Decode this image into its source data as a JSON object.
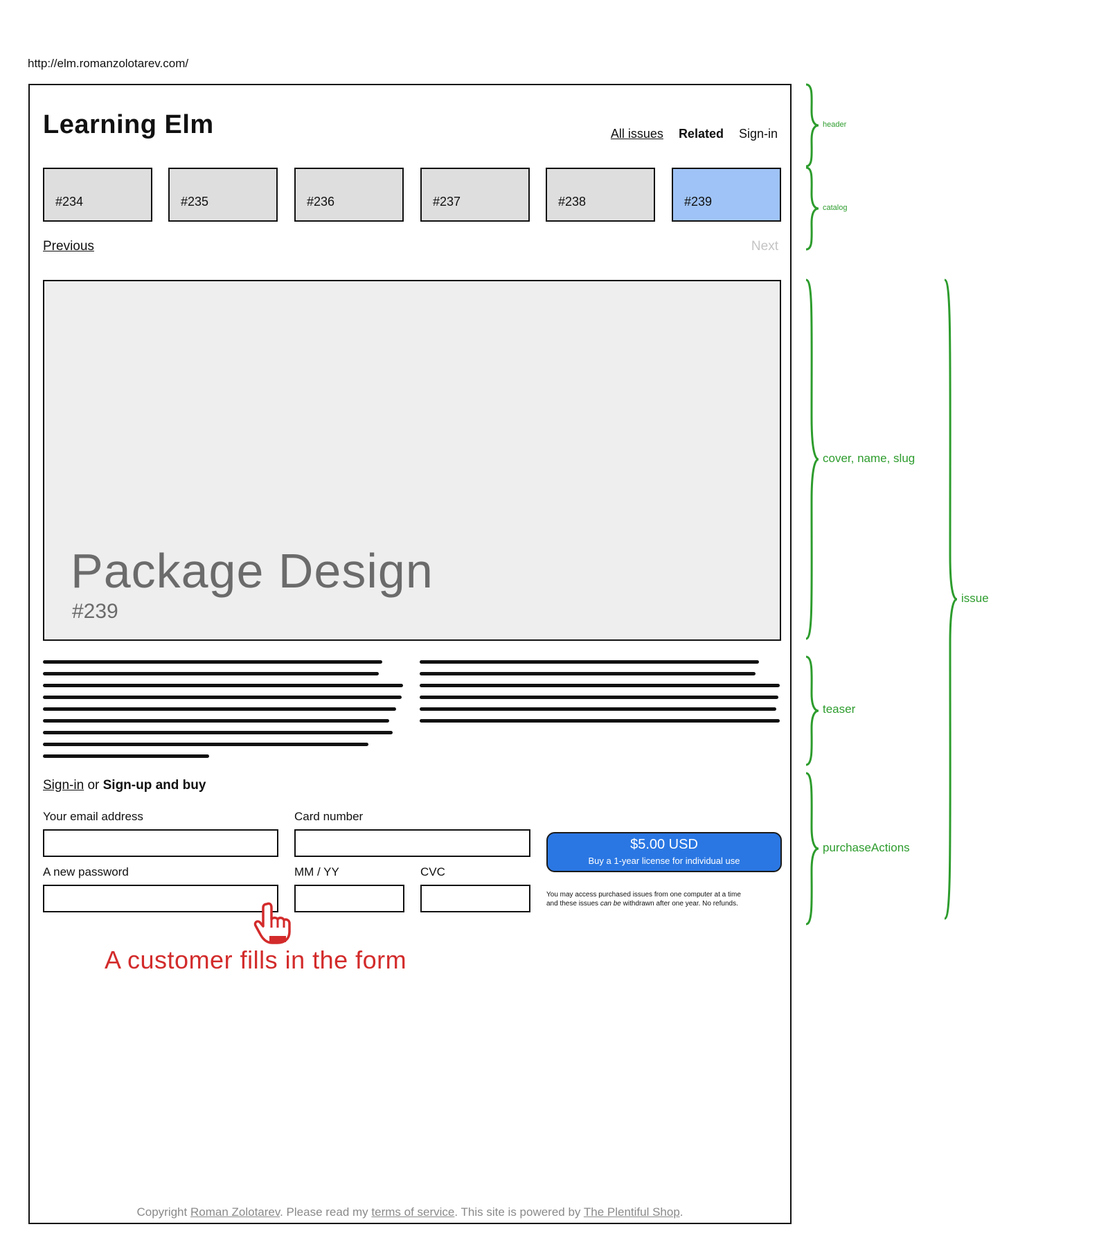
{
  "browser": {
    "url": "http://elm.romanzolotarev.com/"
  },
  "header": {
    "logo": "Learning Elm",
    "nav": {
      "all_issues": "All issues",
      "related": "Related",
      "signin": "Sign-in"
    }
  },
  "catalog": {
    "issues": [
      {
        "label": "#234",
        "active": false
      },
      {
        "label": "#235",
        "active": false
      },
      {
        "label": "#236",
        "active": false
      },
      {
        "label": "#237",
        "active": false
      },
      {
        "label": "#238",
        "active": false
      },
      {
        "label": "#239",
        "active": true
      }
    ],
    "previous": "Previous",
    "next": "Next"
  },
  "cover": {
    "name": "Package Design",
    "slug": "#239"
  },
  "purchase": {
    "signin": "Sign-in",
    "or": "or",
    "signup": "Sign-up and buy",
    "email_label": "Your email address",
    "email_value": "",
    "password_label": "A new password",
    "password_value": "",
    "card_label": "Card number",
    "card_value": "",
    "expiry_label": "MM / YY",
    "expiry_value": "",
    "cvc_label": "CVC",
    "cvc_value": "",
    "price": "$5.00 USD",
    "license": "Buy a 1-year license for individual use",
    "terms_line1": "You may access purchased issues from one computer at a time",
    "terms_line2_a": "and these issues",
    "terms_line2_em": "can be",
    "terms_line2_b": "withdrawn after one year. No refunds."
  },
  "annotation": {
    "text": "A customer fills in the form"
  },
  "footer": {
    "copyright": "Copyright",
    "author": "Roman Zolotarev",
    "read": ". Please read my",
    "tos": "terms of service",
    "powered": ". This site is powered by",
    "shop": "The Plentiful Shop",
    "end": "."
  },
  "sections": {
    "header": "header",
    "catalog": "catalog",
    "cover": "cover, name, slug",
    "teaser": "teaser",
    "purchase": "purchaseActions",
    "issue": "issue"
  },
  "colors": {
    "active_tile": "#9fc3f6",
    "buy_button": "#2a77e3",
    "annotation": "#d32b2b",
    "brace": "#2d9c2d"
  }
}
